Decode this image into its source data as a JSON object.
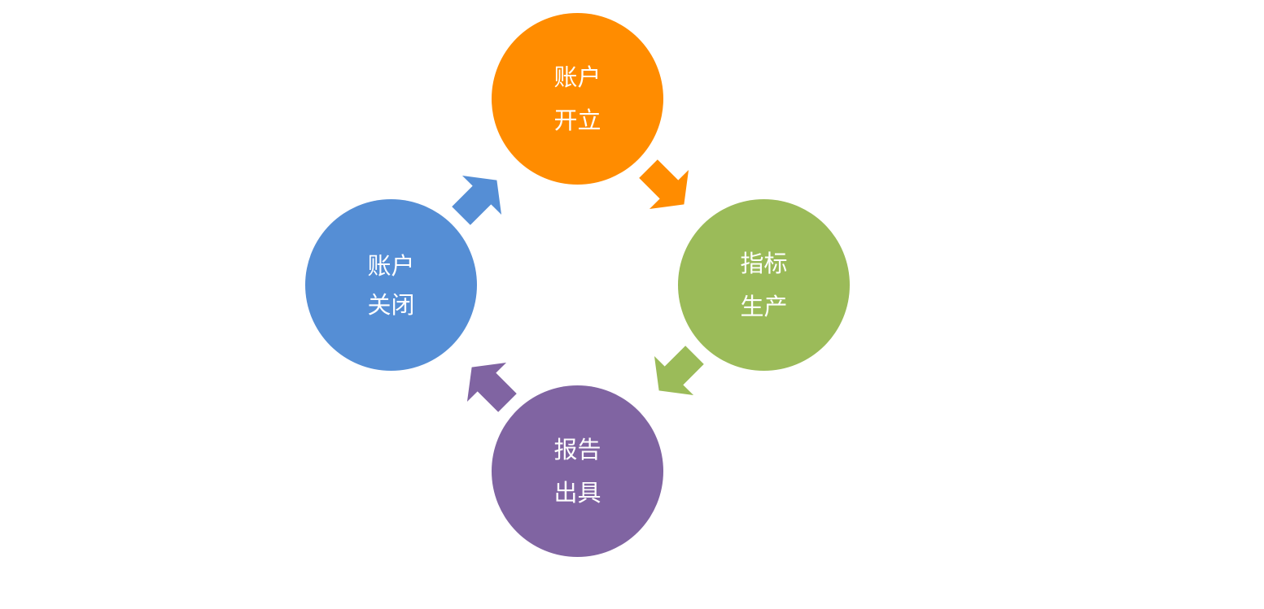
{
  "diagram": {
    "type": "cycle",
    "nodes": [
      {
        "id": "open",
        "lines": [
          "账户",
          "开立"
        ],
        "color": "#FF8C00"
      },
      {
        "id": "produce",
        "lines": [
          "指标",
          "生产"
        ],
        "color": "#9BBB59"
      },
      {
        "id": "report",
        "lines": [
          "报告",
          "出具"
        ],
        "color": "#8064A2"
      },
      {
        "id": "close",
        "lines": [
          "账户",
          "关闭"
        ],
        "color": "#558ED5"
      }
    ],
    "arrows": [
      {
        "from": "open",
        "to": "produce",
        "color": "#FF8C00"
      },
      {
        "from": "produce",
        "to": "report",
        "color": "#9BBB59"
      },
      {
        "from": "report",
        "to": "close",
        "color": "#8064A2"
      },
      {
        "from": "close",
        "to": "open",
        "color": "#558ED5"
      }
    ]
  }
}
